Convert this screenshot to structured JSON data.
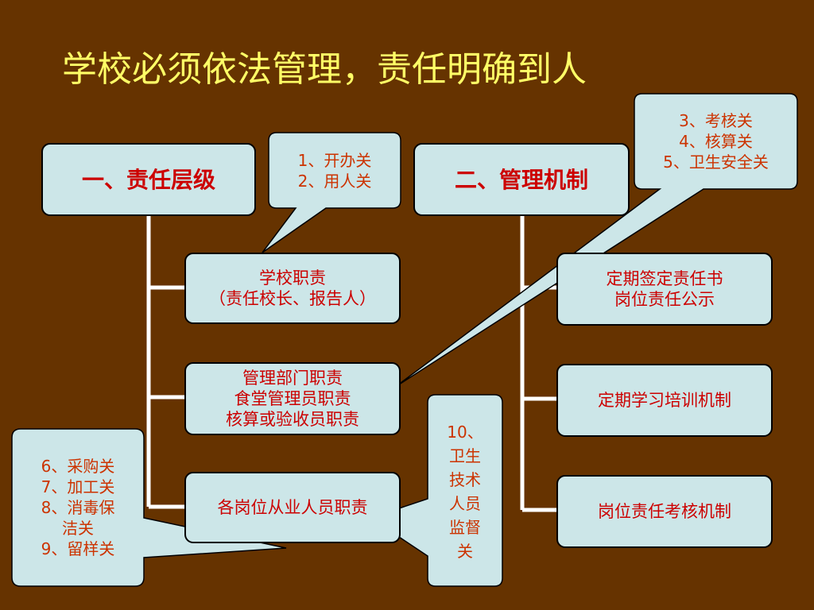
{
  "title": "学校必须依法管理，责任明确到人",
  "left_column": {
    "heading": "一、责任层级",
    "items": [
      {
        "lines": [
          "学校职责",
          "（责任校长、报告人）"
        ]
      },
      {
        "lines": [
          "管理部门职责",
          "食堂管理员职责",
          "核算或验收员职责"
        ]
      },
      {
        "lines": [
          "各岗位从业人员职责"
        ]
      }
    ]
  },
  "right_column": {
    "heading": "二、管理机制",
    "items": [
      {
        "lines": [
          "定期签定责任书",
          "岗位责任公示"
        ]
      },
      {
        "lines": [
          "定期学习培训机制"
        ]
      },
      {
        "lines": [
          "岗位责任考核机制"
        ]
      }
    ]
  },
  "callouts": {
    "top_center": [
      "1、开办关",
      "2、用人关"
    ],
    "top_right": [
      "3、考核关",
      "4、核算关",
      "5、卫生安全关"
    ],
    "bottom_left": [
      "6、采购关",
      "7、加工关",
      "8、消毒保",
      "洁关",
      "9、留样关"
    ],
    "bottom_center": [
      "10、",
      "卫生",
      "技术",
      "人员",
      "监督",
      "关"
    ]
  },
  "colors": {
    "background": "#663300",
    "title": "#ffff66",
    "box_fill": "#cce6e8",
    "box_text": "#cc0000",
    "callout_text": "#cc3300",
    "connector": "#ffffff"
  }
}
